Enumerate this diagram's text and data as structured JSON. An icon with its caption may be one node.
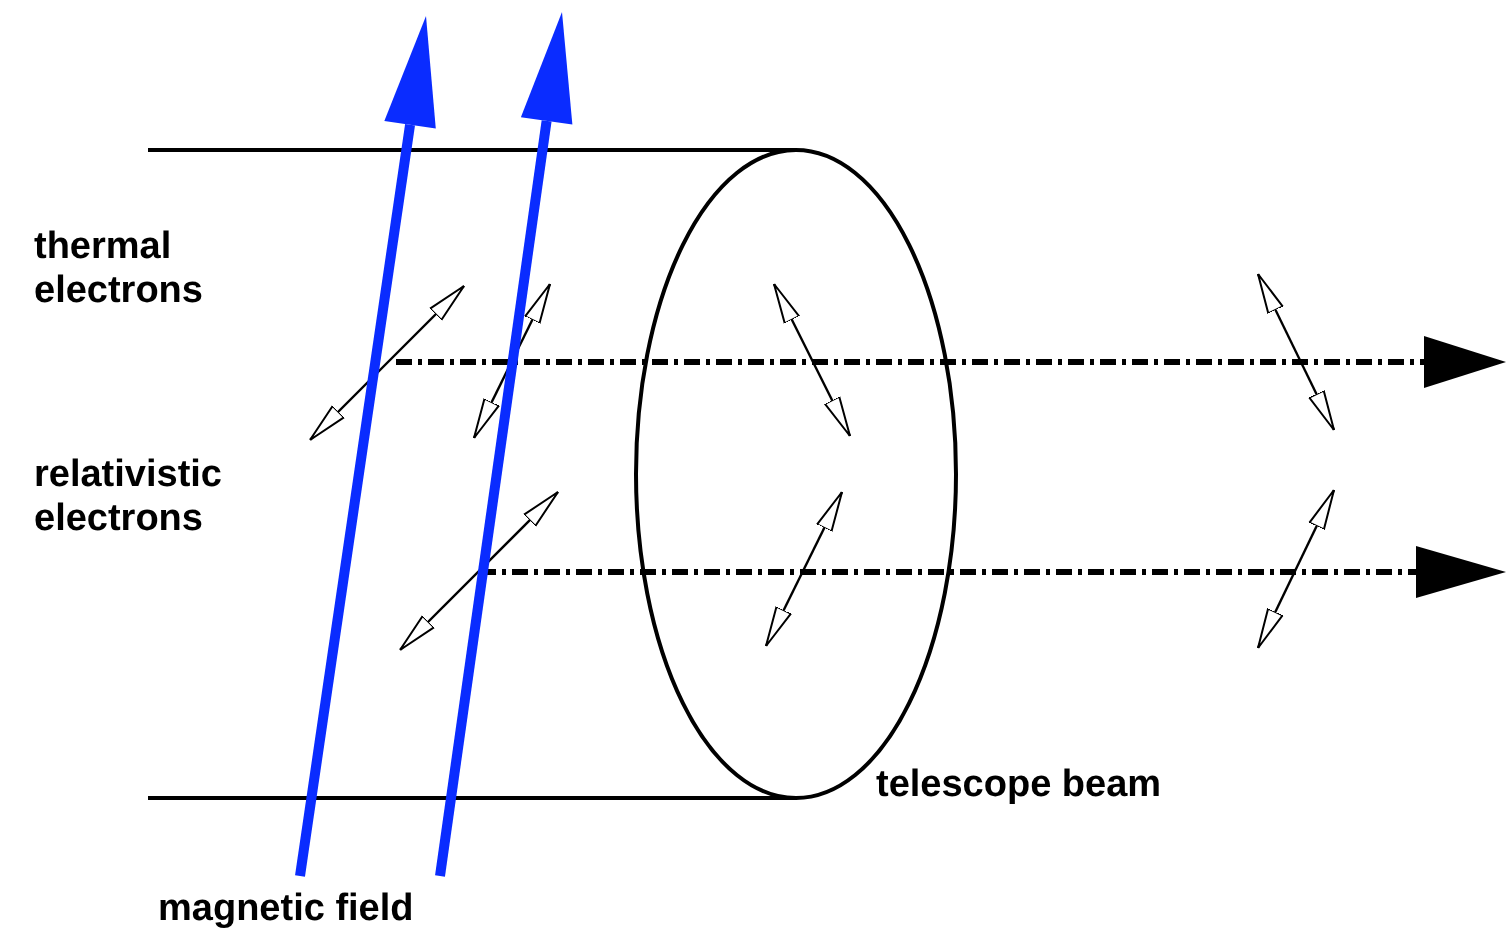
{
  "diagram": {
    "labels": [
      "thermal electrons",
      "relativistic electrons",
      "magnetic field",
      "telescope beam"
    ]
  }
}
